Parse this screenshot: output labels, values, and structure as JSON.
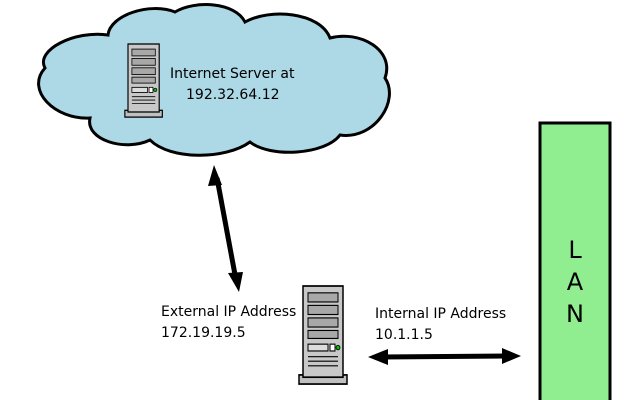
{
  "internet_server": {
    "label": "Internet Server at",
    "address": "192.32.64.12"
  },
  "gateway": {
    "external_label": "External IP Address",
    "external_address": "172.19.19.5",
    "internal_label": "Internal IP Address",
    "internal_address": "10.1.1.5"
  },
  "lan": {
    "letters": [
      "L",
      "A",
      "N"
    ]
  },
  "colors": {
    "cloud_fill": "#add8e6",
    "lan_fill": "#90ee90",
    "outline": "#000000",
    "server_body": "#c0c0c0",
    "led": "#00c000"
  },
  "icons": [
    "cloud-icon",
    "server-icon",
    "double-arrow-icon"
  ]
}
